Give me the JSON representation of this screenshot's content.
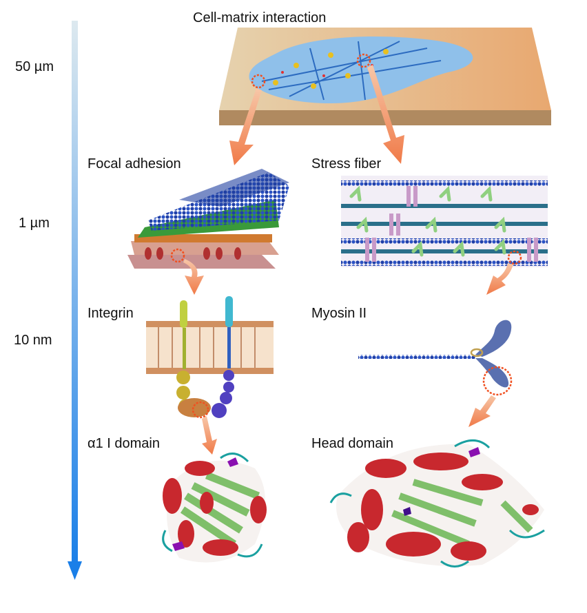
{
  "title": "Cell-matrix interaction",
  "scale": {
    "large": "50 µm",
    "medium": "1 µm",
    "small": "10 nm"
  },
  "panels": {
    "focal_adhesion": "Focal adhesion",
    "stress_fiber": "Stress fiber",
    "integrin": "Integrin",
    "myosin": "Myosin II",
    "alpha_domain": "α1 I domain",
    "head_domain": "Head domain"
  },
  "colors": {
    "scale_top": "#d8e6ee",
    "scale_bottom": "#1a7fe8",
    "arrow": "#f08a5d",
    "helix": "#c8282e",
    "sheet": "#7fbf6a",
    "coil": "#1aa0a0"
  }
}
